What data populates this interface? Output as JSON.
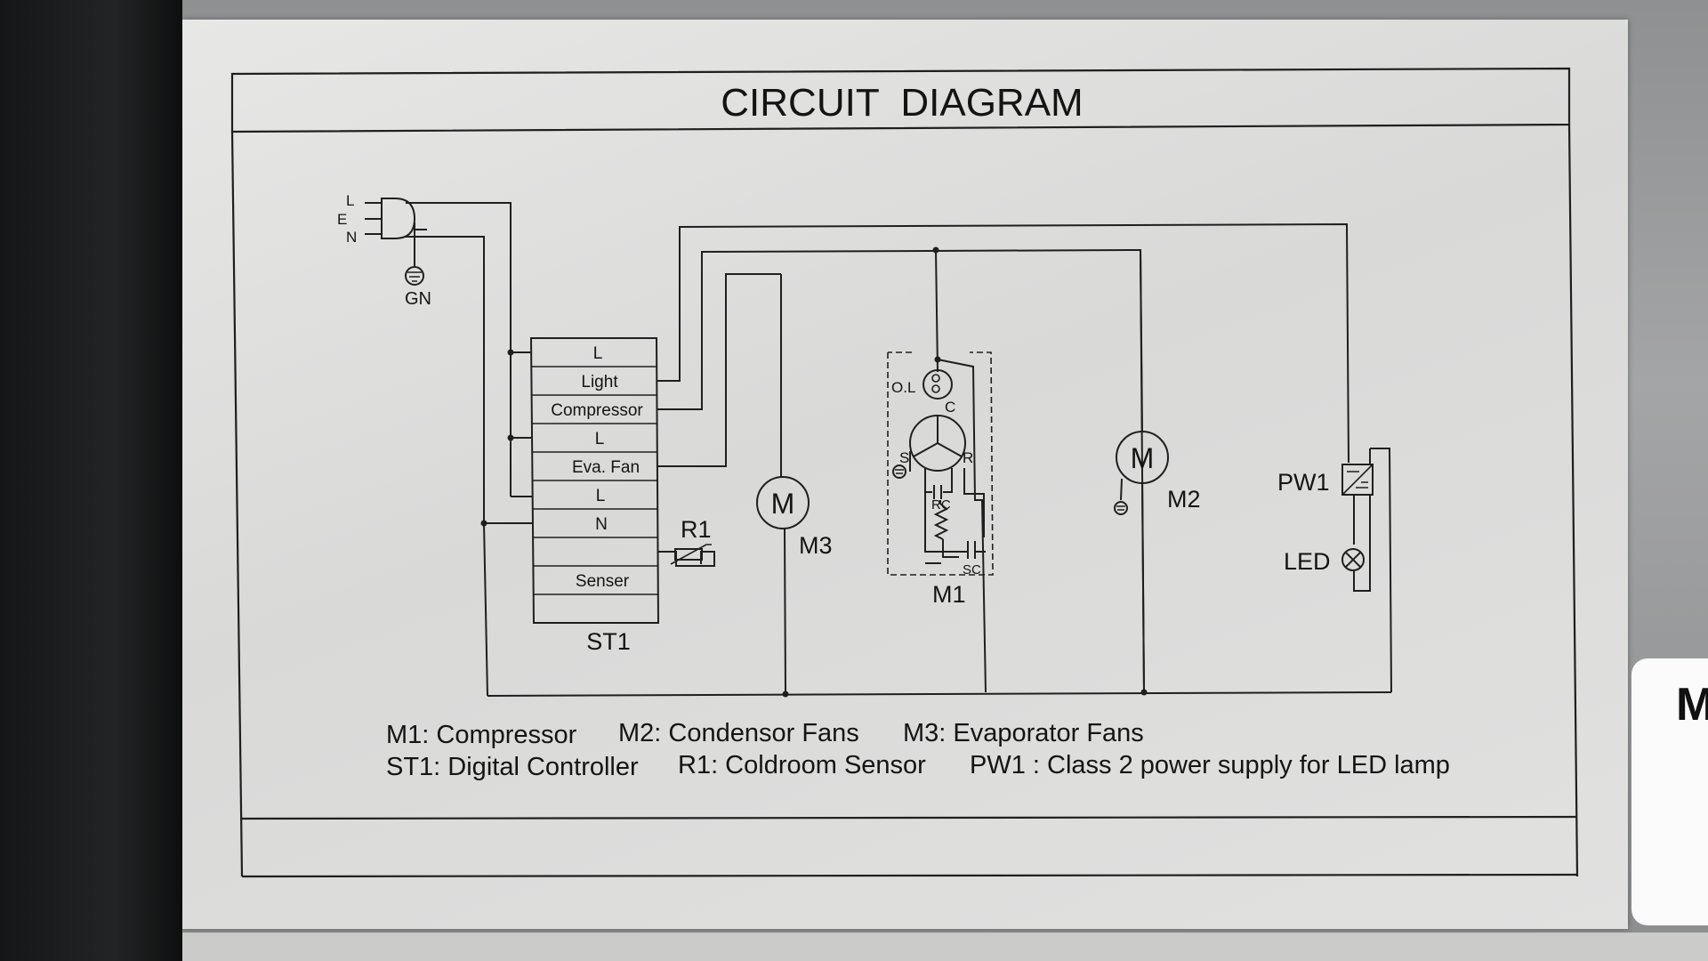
{
  "title": "CIRCUIT  DIAGRAM",
  "plug": {
    "pins": [
      "L",
      "E",
      "N"
    ],
    "ground": "GN"
  },
  "controller": {
    "id": "ST1",
    "terminals": [
      "L",
      "Light",
      "Compressor",
      "L",
      "Eva. Fan",
      "L",
      "N",
      "",
      "Senser",
      ""
    ]
  },
  "components": {
    "sensor": "R1",
    "m3": {
      "symbol": "M",
      "label": "M3"
    },
    "m1": {
      "label": "M1",
      "ol": "O.L",
      "c": "C",
      "s": "S",
      "r": "R",
      "rc": "RC",
      "sc": "SC"
    },
    "m2": {
      "symbol": "M",
      "label": "M2"
    },
    "pw1": "PW1",
    "led": "LED"
  },
  "legend": {
    "line1": [
      "M1: Compressor",
      "M2: Condensor Fans",
      "M3: Evaporator Fans"
    ],
    "line2": [
      "ST1: Digital Controller",
      "R1: Coldroom Sensor",
      "PW1 : Class 2 power supply for LED lamp"
    ]
  },
  "tag_text": "MC",
  "colors": {
    "ink": "#1f1f1f",
    "label": "#e0e0df",
    "background_dark": "#1a1b1c"
  }
}
